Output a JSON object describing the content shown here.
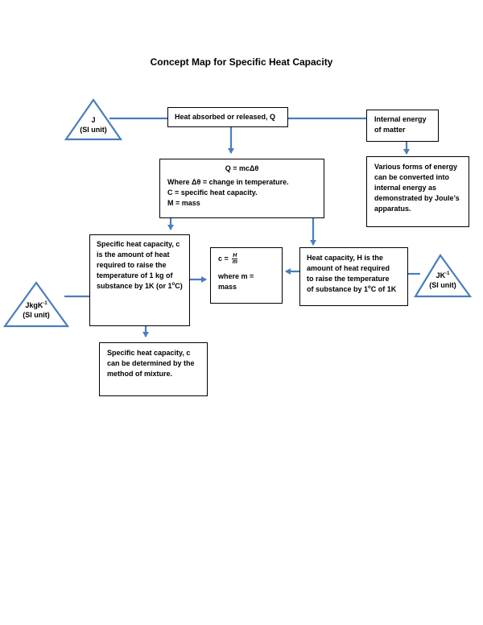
{
  "title": "Concept Map for Specific Heat Capacity",
  "triangles": {
    "j_unit": {
      "unit": "J",
      "label": "(SI unit)"
    },
    "jkgk_unit": {
      "unit": "JkgK",
      "sup": "-1",
      "label": "(SI unit)"
    },
    "jk_unit": {
      "unit": "JK",
      "sup": "-1",
      "label": "(SI unit)"
    }
  },
  "heat_box": {
    "text": "Heat absorbed or released, Q"
  },
  "internal_box": {
    "line1": "Internal energy",
    "line2": "of matter"
  },
  "various_box": {
    "lines": [
      "Various forms of energy",
      "can be converted into",
      "internal energy as",
      "demonstrated by Joule’s",
      "apparatus."
    ]
  },
  "formula_box": {
    "equation": "Q = mcΔθ",
    "where": "Where Δθ = change in temperature.",
    "c_def": "C = specific heat capacity.",
    "m_def": "M =  mass"
  },
  "specific_box": {
    "lines": [
      "Specific heat capacity, c",
      "is the amount of heat",
      "required to raise the",
      "temperature of 1 kg of"
    ],
    "last_prefix": "substance by 1K (or 1",
    "last_sup": "o",
    "last_suffix": "C)"
  },
  "c_box": {
    "prefix": "c =",
    "numerator": "H",
    "denominator": "m",
    "where": "where m =",
    "mass": "mass"
  },
  "heatcap_box": {
    "lines": [
      "Heat capacity, H is the",
      "amount of heat required",
      "to raise the temperature"
    ],
    "last_prefix": "of substance by 1",
    "last_sup": "o",
    "last_suffix": "C of 1K"
  },
  "mixture_box": {
    "lines": [
      "Specific heat capacity, c",
      "can be determined by the",
      "method of mixture."
    ]
  },
  "colors": {
    "connector": "#4a7ebb",
    "border": "#000000"
  }
}
